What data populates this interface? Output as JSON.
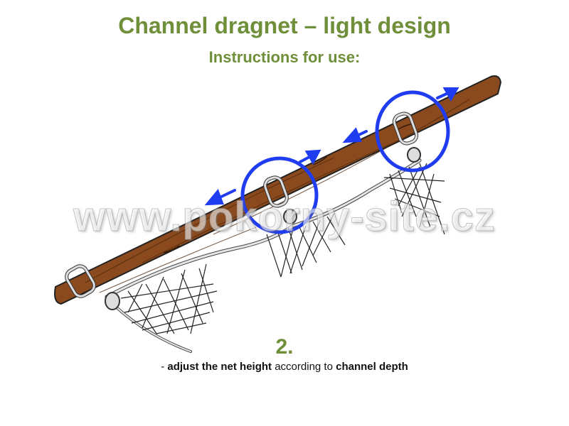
{
  "header": {
    "title": "Channel dragnet – light design",
    "subtitle": "Instructions for use:"
  },
  "watermark": "www.pokorny-site.cz",
  "step": {
    "number": "2.",
    "prefix": "- ",
    "part1": "adjust the net height",
    "part2": " according to ",
    "part3": "channel depth"
  },
  "colors": {
    "title": "#6f8f3a",
    "pole": "#8a4a1e",
    "highlight": "#1f3cf0",
    "net": "#222222",
    "rope": "#d0d0d0"
  }
}
